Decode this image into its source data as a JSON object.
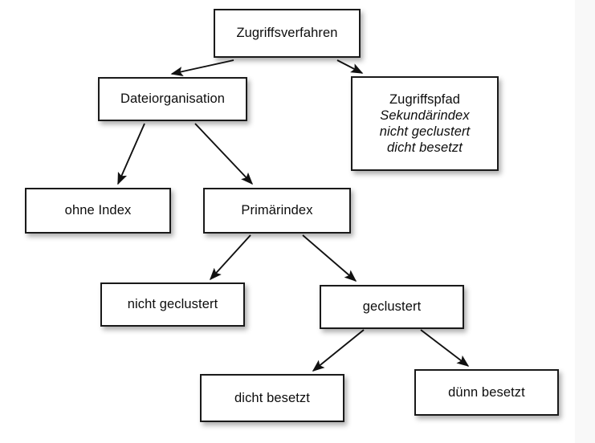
{
  "diagram": {
    "title": "Zugriffsverfahren",
    "type": "tree-hierarchy",
    "background_color": "#ffffff",
    "strip_color": "#f8f8f8",
    "box_border_color": "#1a1a1a",
    "text_color": "#0d0d0d",
    "nodes": [
      {
        "id": "zugriffsverfahren",
        "lines": [
          {
            "text": "Zugriffsverfahren",
            "italic": false
          }
        ]
      },
      {
        "id": "dateiorganisation",
        "lines": [
          {
            "text": "Dateiorganisation",
            "italic": false
          }
        ]
      },
      {
        "id": "zugriffspfad",
        "lines": [
          {
            "text": "Zugriffspfad",
            "italic": false
          },
          {
            "text": "Sekundärindex",
            "italic": true
          },
          {
            "text": "nicht geclustert",
            "italic": true
          },
          {
            "text": "dicht besetzt",
            "italic": true
          }
        ]
      },
      {
        "id": "ohne-index",
        "lines": [
          {
            "text": "ohne Index",
            "italic": false
          }
        ]
      },
      {
        "id": "primaerindex",
        "lines": [
          {
            "text": "Primärindex",
            "italic": false
          }
        ]
      },
      {
        "id": "nicht-geclustert",
        "lines": [
          {
            "text": "nicht geclustert",
            "italic": false
          }
        ]
      },
      {
        "id": "geclustert",
        "lines": [
          {
            "text": "geclustert",
            "italic": false
          }
        ]
      },
      {
        "id": "dicht-besetzt",
        "lines": [
          {
            "text": "dicht besetzt",
            "italic": false
          }
        ]
      },
      {
        "id": "duenn-besetzt",
        "lines": [
          {
            "text": "dünn besetzt",
            "italic": false
          }
        ]
      }
    ],
    "edges": [
      {
        "from": "zugriffsverfahren",
        "to": "dateiorganisation"
      },
      {
        "from": "zugriffsverfahren",
        "to": "zugriffspfad"
      },
      {
        "from": "dateiorganisation",
        "to": "ohne-index"
      },
      {
        "from": "dateiorganisation",
        "to": "primaerindex"
      },
      {
        "from": "primaerindex",
        "to": "nicht-geclustert"
      },
      {
        "from": "primaerindex",
        "to": "geclustert"
      },
      {
        "from": "geclustert",
        "to": "dicht-besetzt"
      },
      {
        "from": "geclustert",
        "to": "duenn-besetzt"
      }
    ]
  }
}
